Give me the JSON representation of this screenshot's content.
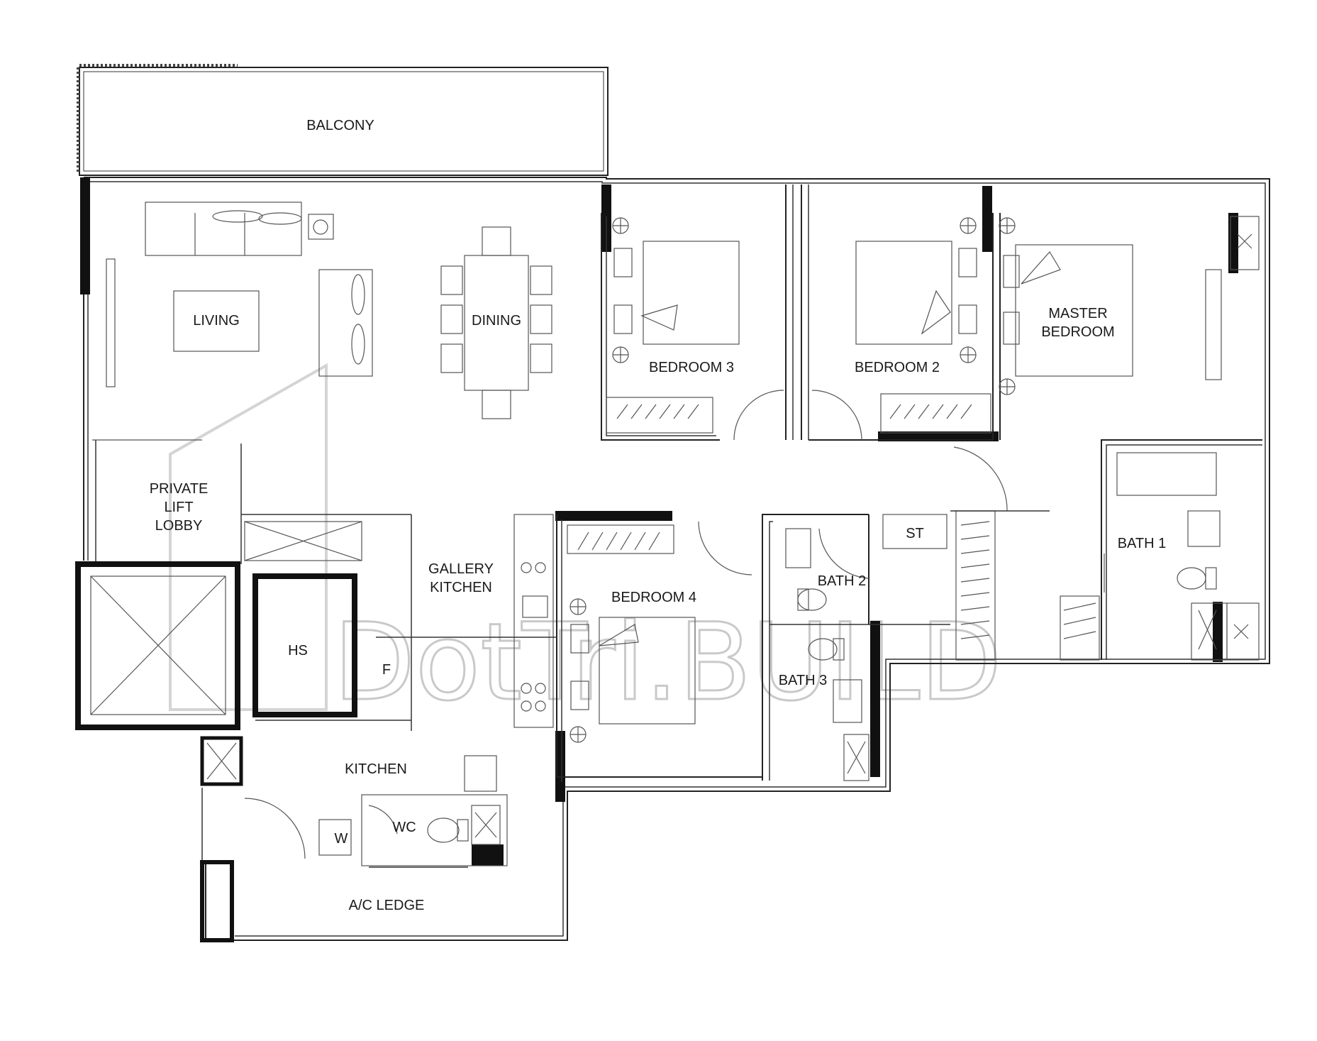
{
  "plan": {
    "watermark": "DotTri.BUILD",
    "rooms": {
      "balcony": "BALCONY",
      "living": "LIVING",
      "dining": "DINING",
      "bedroom3": "BEDROOM 3",
      "bedroom2": "BEDROOM 2",
      "master_line1": "MASTER",
      "master_line2": "BEDROOM",
      "private_lift_line1": "PRIVATE",
      "private_lift_line2": "LIFT",
      "private_lift_line3": "LOBBY",
      "gallery_line1": "GALLERY",
      "gallery_line2": "KITCHEN",
      "bedroom4": "BEDROOM 4",
      "st": "ST",
      "bath1": "BATH 1",
      "bath2": "BATH 2",
      "bath3": "BATH 3",
      "hs": "HS",
      "f": "F",
      "kitchen": "KITCHEN",
      "wc": "WC",
      "w": "W",
      "ac_ledge": "A/C LEDGE"
    }
  }
}
